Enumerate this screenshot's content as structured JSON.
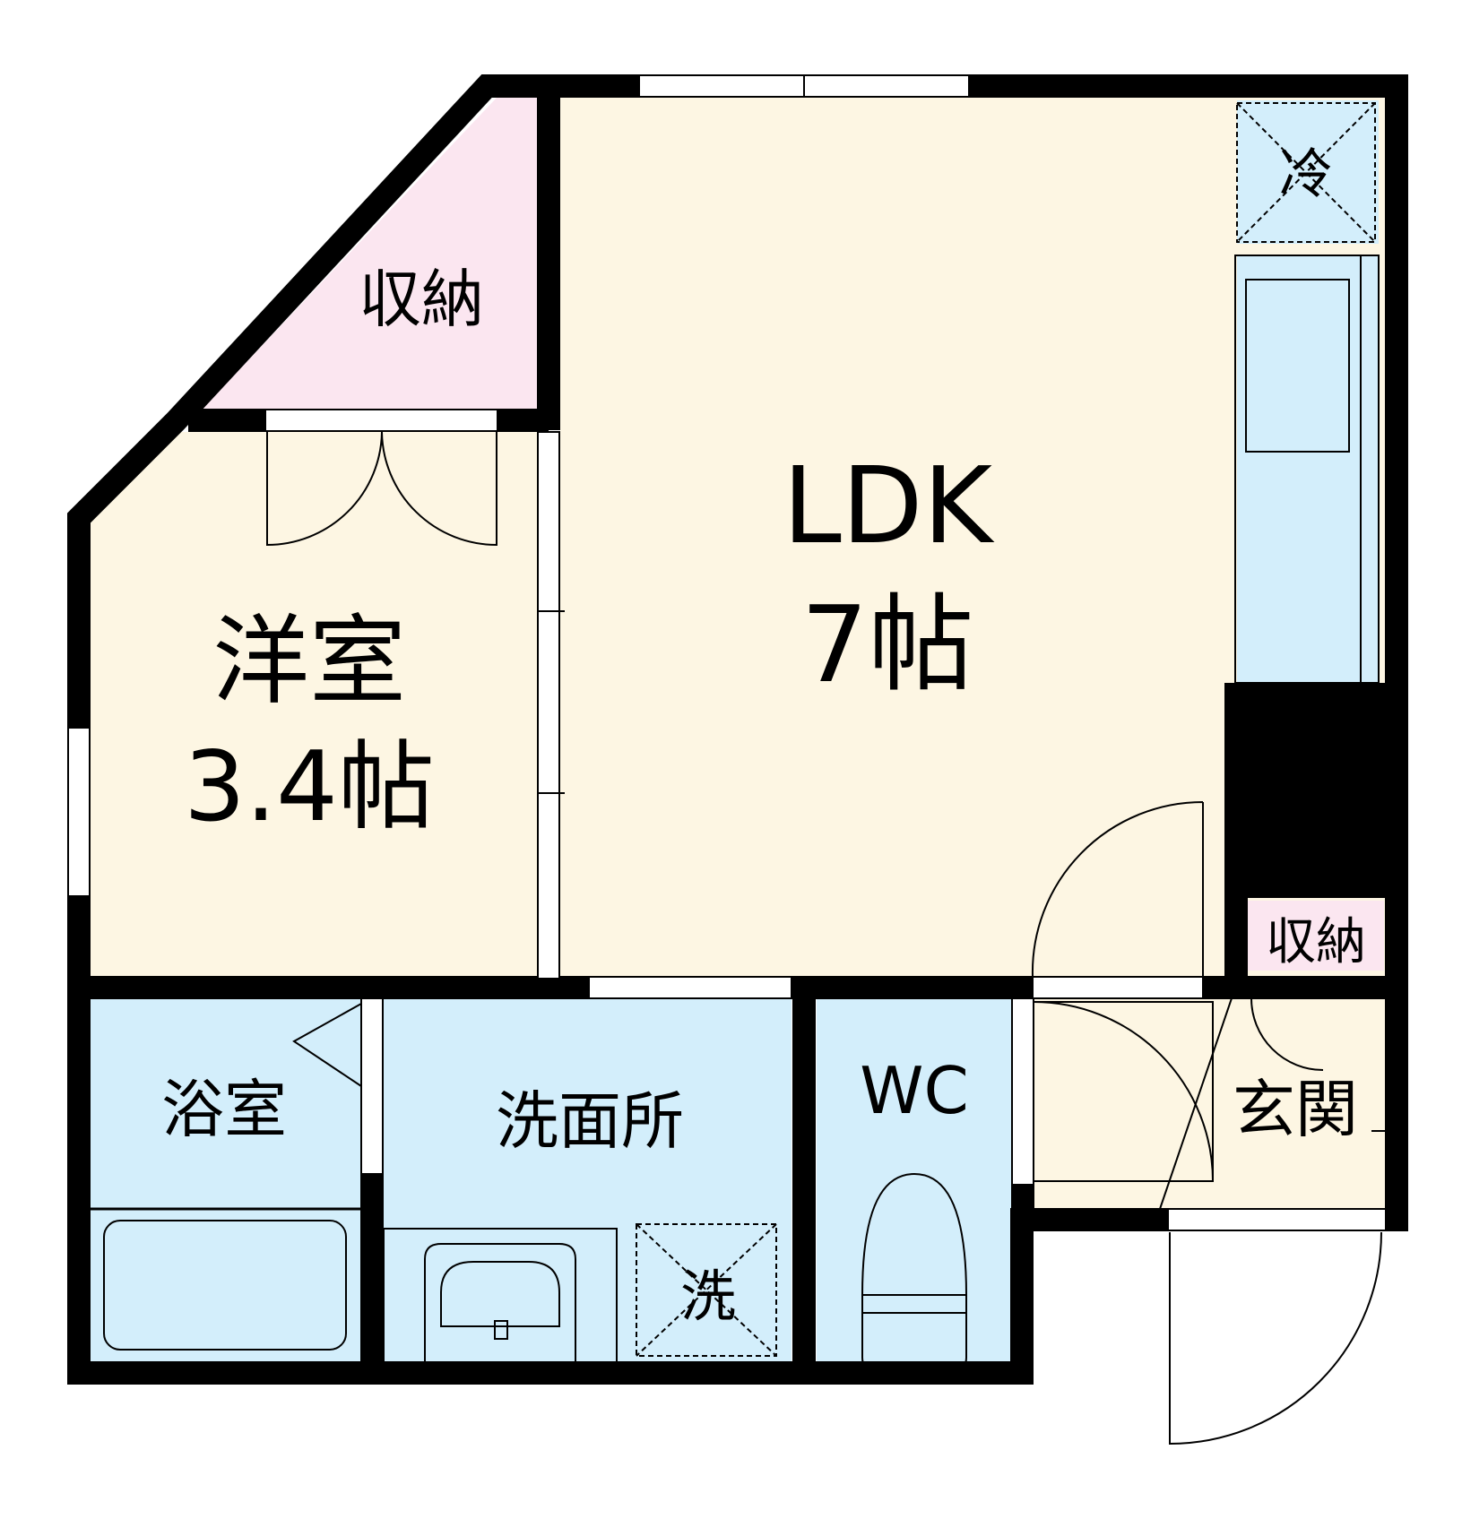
{
  "rooms": {
    "ldk": {
      "name": "LDK",
      "size": "7帖"
    },
    "western": {
      "name": "洋室",
      "size": "3.4帖"
    },
    "storage_top": "収納",
    "storage_entry": "収納",
    "bath": "浴室",
    "washroom": "洗面所",
    "wc": "WC",
    "entrance": "玄関",
    "fridge": "冷",
    "washer": "洗"
  },
  "colors": {
    "living_floor": "#fdf6e3",
    "wet_area": "#d3eefb",
    "storage_pink": "#fbe6f0",
    "wall": "#000000"
  }
}
